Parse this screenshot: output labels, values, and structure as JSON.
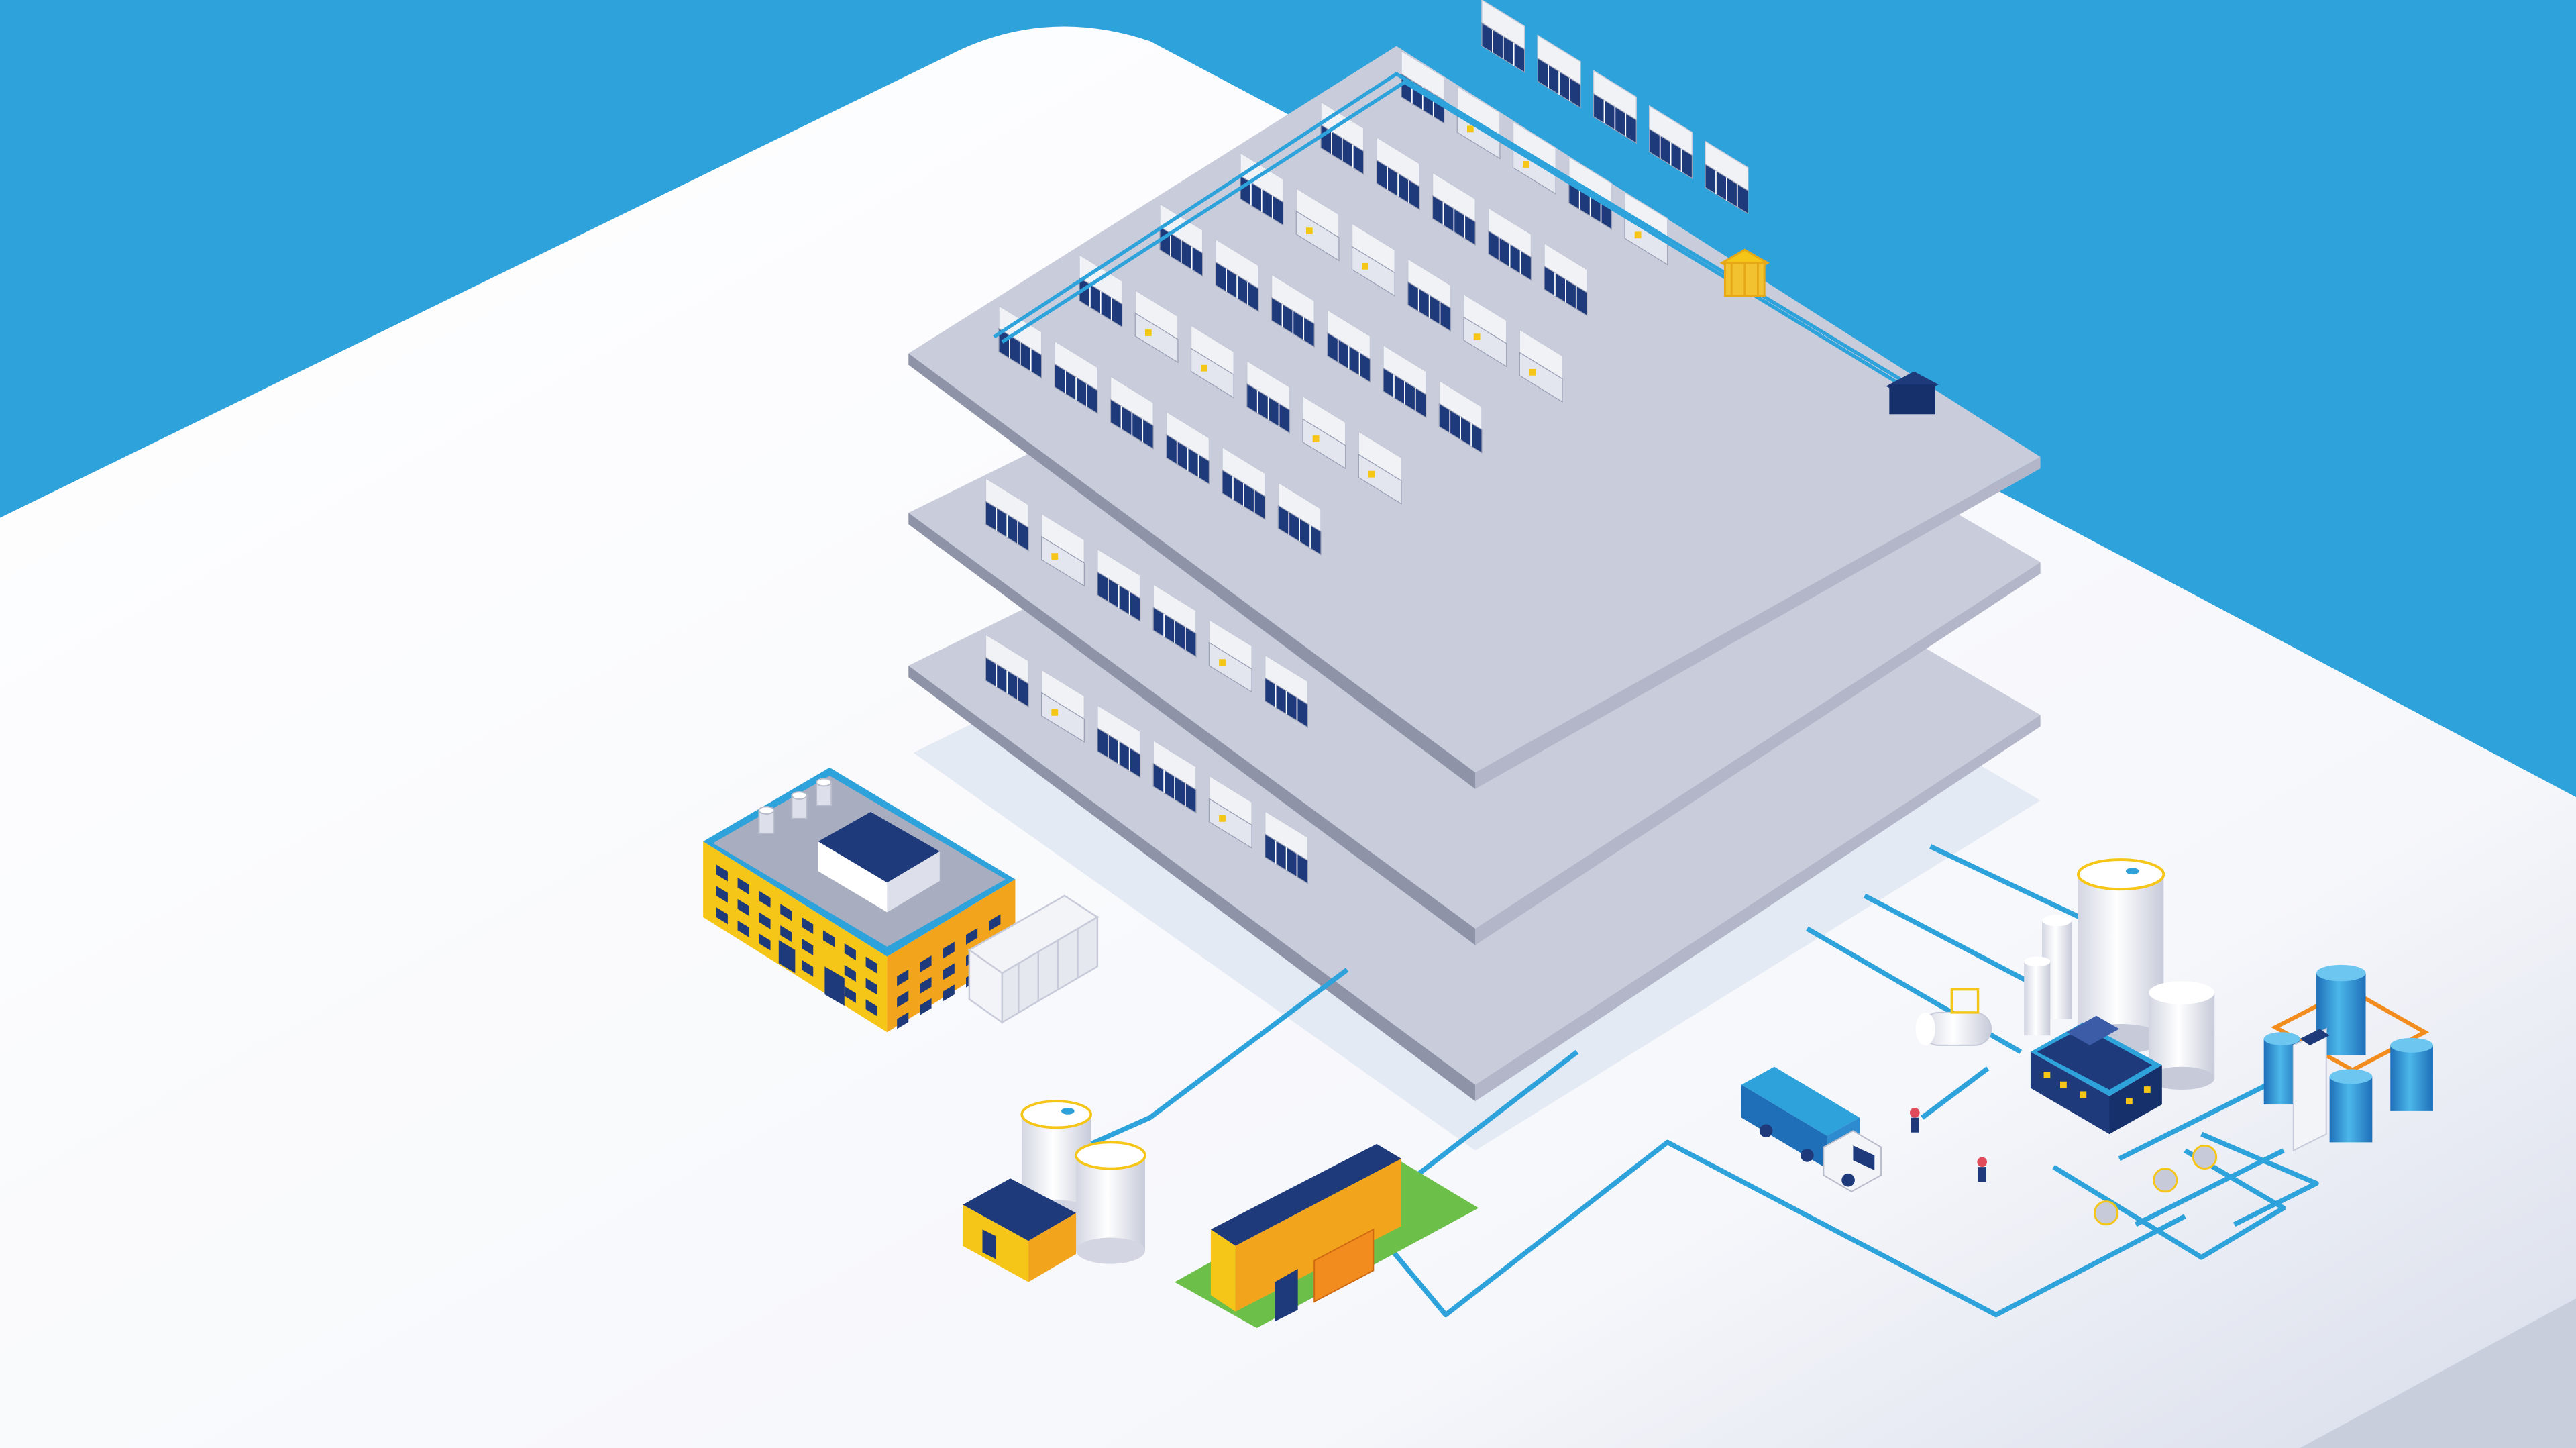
{
  "palette": {
    "sky": "#2EA3DB",
    "ground": "#FFFFFF",
    "ground_shade": "#D8DDEA",
    "floor_top": "#C9CCDA",
    "floor_side": "#8E93A8",
    "floor_ghost": "#E4EAF4",
    "navy": "#1E3A7B",
    "pipe": "#2EA3DB",
    "accent_yellow": "#F5C518",
    "accent_orange": "#F28C1E",
    "lawn_green": "#6CC04A",
    "tank_white": "#F3F4F8",
    "unit_white": "#F1F2F6"
  },
  "scene": {
    "floors": 3,
    "units_per_row": [
      6,
      6,
      6,
      6,
      5,
      5,
      5
    ],
    "facilities": [
      "industrial-building",
      "storage-tanks",
      "warehouse",
      "fuel-truck",
      "chemical-plant",
      "water-tanks"
    ]
  }
}
